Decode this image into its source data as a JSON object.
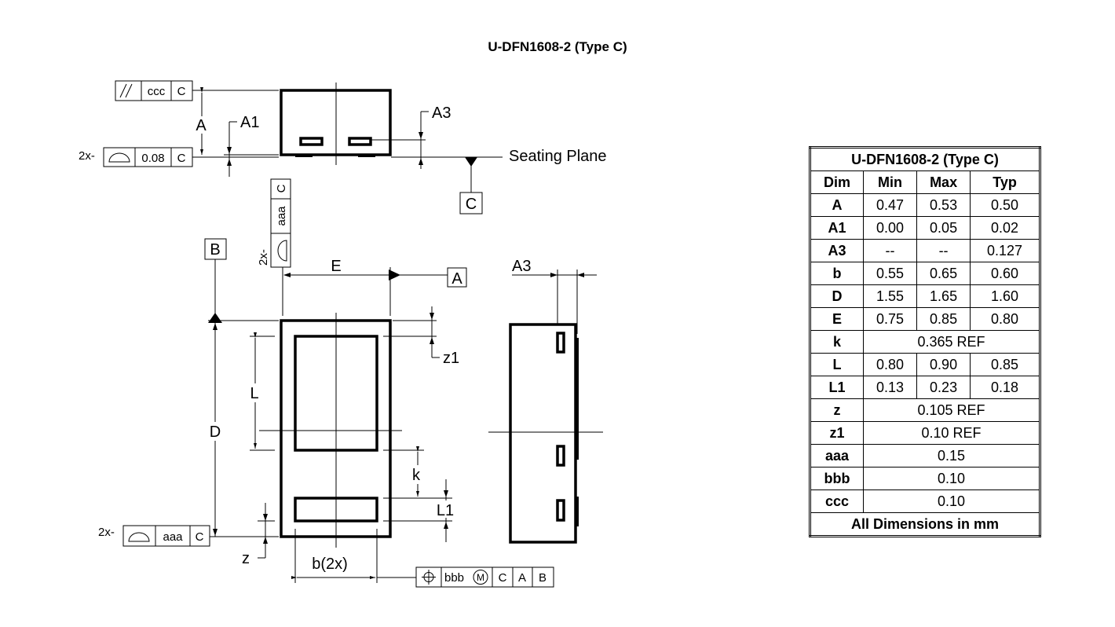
{
  "title": "U-DFN1608-2 (Type C)",
  "diagram": {
    "seating_plane": "Seating Plane",
    "labels": {
      "A": "A",
      "A1": "A1",
      "A3": "A3",
      "E": "E",
      "D": "D",
      "L": "L",
      "k": "k",
      "L1": "L1",
      "z": "z",
      "z1": "z1",
      "b": "b(2x)"
    },
    "datums": {
      "A": "A",
      "B": "B",
      "C": "C"
    },
    "fcf_parallel": {
      "tol": "ccc",
      "datum": "C"
    },
    "fcf_profile_top": {
      "prefix": "2x-",
      "tol": "0.08",
      "datum": "C"
    },
    "fcf_profile_side": {
      "prefix": "2x-",
      "tol": "aaa",
      "datum": "C"
    },
    "fcf_profile_bottom": {
      "prefix": "2x-",
      "tol": "aaa",
      "datum": "C"
    },
    "fcf_position": {
      "tol": "bbb",
      "modifier": "M",
      "datums": [
        "C",
        "A",
        "B"
      ]
    }
  },
  "table": {
    "title": "U-DFN1608-2 (Type C)",
    "headers": [
      "Dim",
      "Min",
      "Max",
      "Typ"
    ],
    "rows": [
      [
        "A",
        "0.47",
        "0.53",
        "0.50"
      ],
      [
        "A1",
        "0.00",
        "0.05",
        "0.02"
      ],
      [
        "A3",
        "--",
        "--",
        "0.127"
      ],
      [
        "b",
        "0.55",
        "0.65",
        "0.60"
      ],
      [
        "D",
        "1.55",
        "1.65",
        "1.60"
      ],
      [
        "E",
        "0.75",
        "0.85",
        "0.80"
      ],
      [
        "k",
        "0.365 REF"
      ],
      [
        "L",
        "0.80",
        "0.90",
        "0.85"
      ],
      [
        "L1",
        "0.13",
        "0.23",
        "0.18"
      ],
      [
        "z",
        "0.105 REF"
      ],
      [
        "z1",
        "0.10 REF"
      ],
      [
        "aaa",
        "0.15"
      ],
      [
        "bbb",
        "0.10"
      ],
      [
        "ccc",
        "0.10"
      ]
    ],
    "footer": "All Dimensions in mm"
  }
}
